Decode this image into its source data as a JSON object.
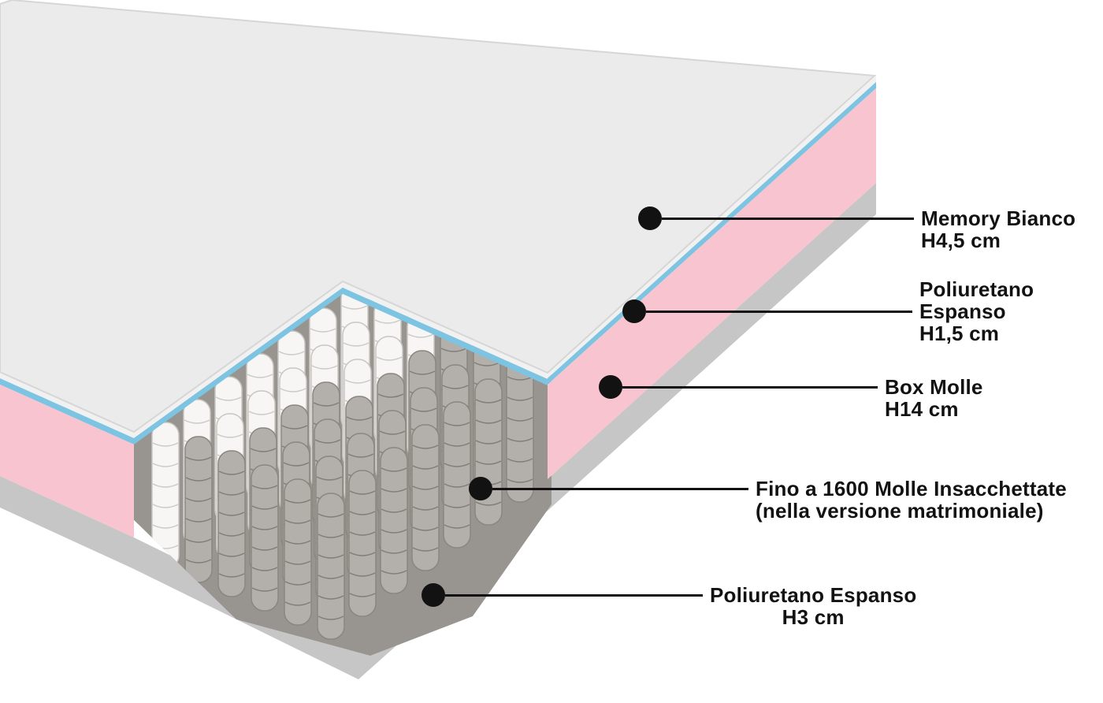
{
  "diagram": {
    "title": "mattress-layers-cutaway",
    "colors": {
      "top_face": "#ebebeb",
      "top_edge": "#d6d6d6",
      "memory_side": "#f1f1f1",
      "foam_blue": "#7cc4e2",
      "box_molle_pink": "#f8c4d0",
      "base_grey": "#c6c6c6",
      "spring_shadow": "#98948f"
    }
  },
  "callouts": [
    {
      "line1": "Memory Bianco",
      "line2": "H4,5 cm"
    },
    {
      "line1": "Poliuretano",
      "line2": "Espanso",
      "line3": "H1,5 cm"
    },
    {
      "line1": "Box Molle",
      "line2": "H14 cm"
    },
    {
      "line1": "Fino a 1600 Molle Insacchettate",
      "line2": "(nella versione matrimoniale)"
    },
    {
      "line1": "Poliuretano Espanso",
      "line2": "H3 cm"
    }
  ]
}
